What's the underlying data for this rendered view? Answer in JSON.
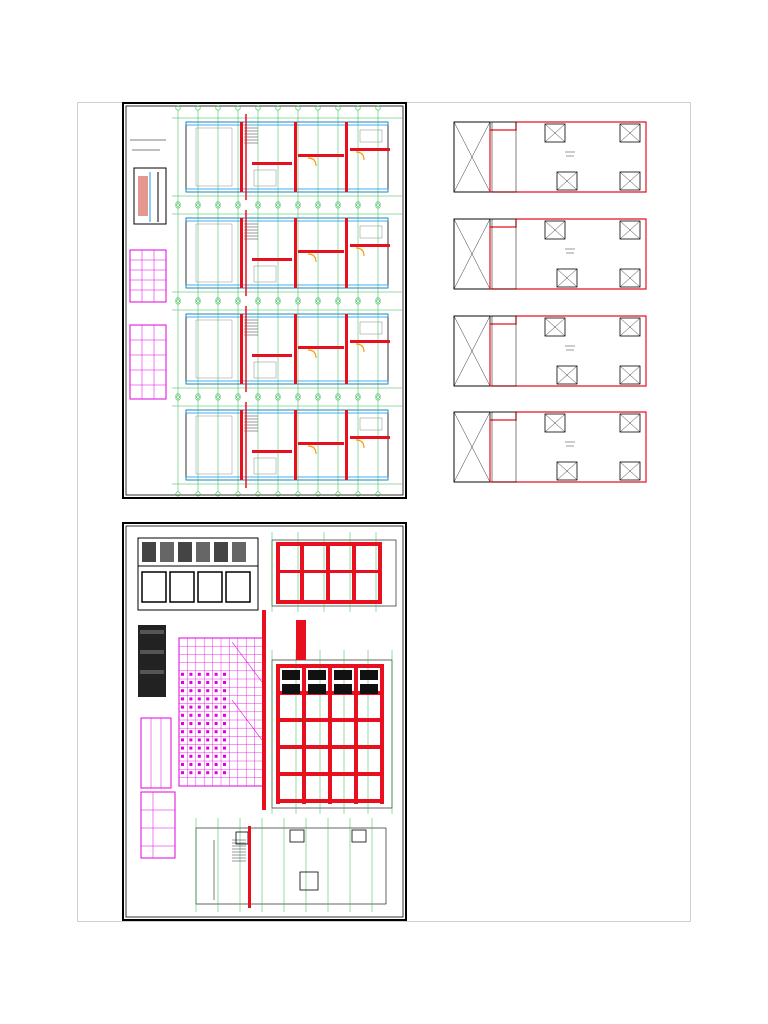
{
  "colors": {
    "wall": "#e8101e",
    "grid": "#2fb84a",
    "window": "#1a9be8",
    "table": "#e000e0",
    "border": "#000000",
    "door": "#f5a000",
    "frame": "#d0d0d0"
  },
  "sheets": [
    {
      "id": "sheet-floor-plans"
    },
    {
      "id": "sheet-structural-plans"
    },
    {
      "id": "sheet-site-plans"
    }
  ],
  "site_plans_count": 4,
  "floor_plans_count": 4
}
